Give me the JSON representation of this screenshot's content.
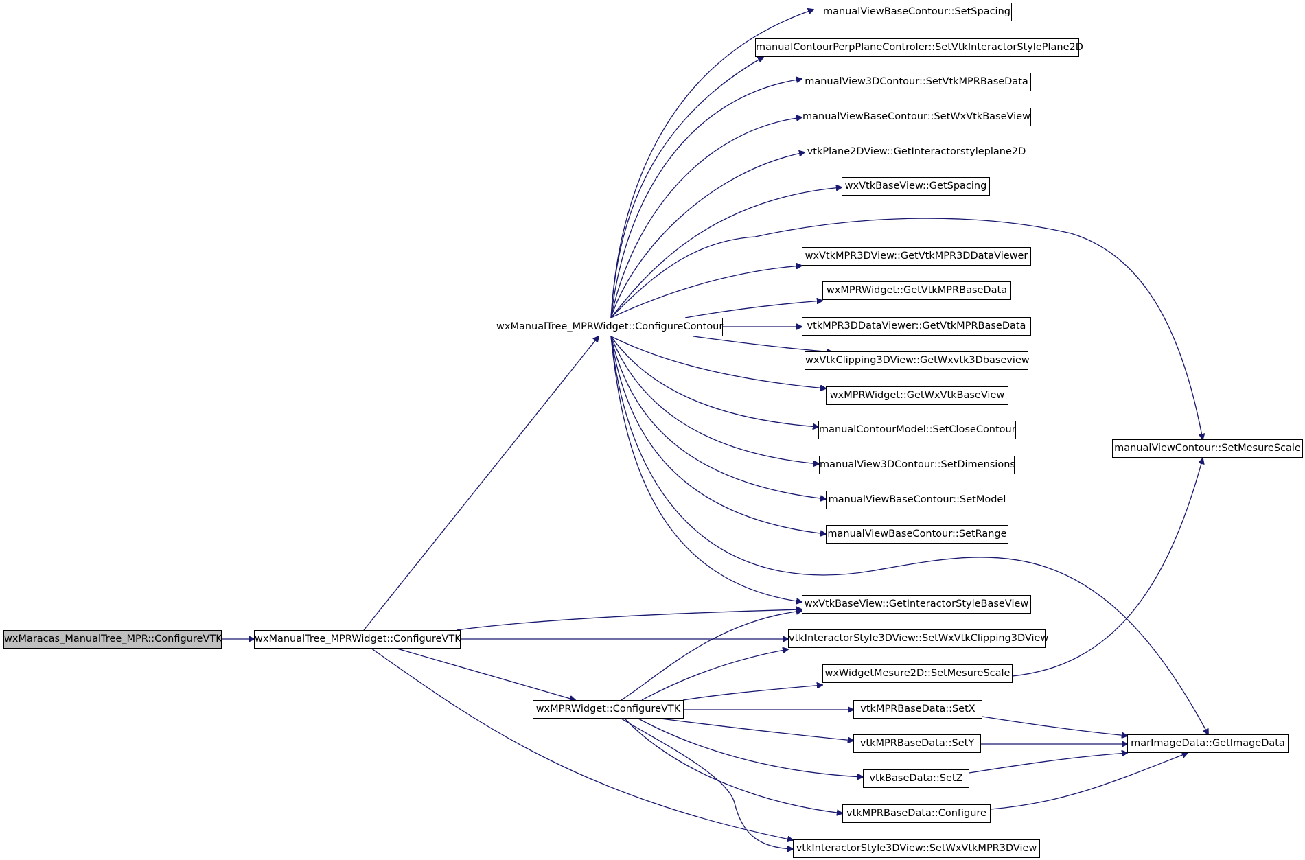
{
  "colors": {
    "edge": "#191970",
    "root_fill": "#bfbfbf",
    "node_fill": "#ffffff",
    "node_border": "#000000"
  },
  "nodes": {
    "root": "wxMaracas_ManualTree_MPR::ConfigureVTK",
    "tree_configure_vtk": "wxManualTree_MPRWidget::ConfigureVTK",
    "configure_contour": "wxManualTree_MPRWidget::ConfigureContour",
    "mpr_configure_vtk": "wxMPRWidget::ConfigureVTK",
    "set_spacing": "manualViewBaseContour::SetSpacing",
    "set_style_plane2d": "manualContourPerpPlaneControler::SetVtkInteractorStylePlane2D",
    "set_vtk_mpr_base_data": "manualView3DContour::SetVtkMPRBaseData",
    "set_wx_vtk_base_view": "manualViewBaseContour::SetWxVtkBaseView",
    "get_interactorstyleplane2d": "vtkPlane2DView::GetInteractorstyleplane2D",
    "get_spacing": "wxVtkBaseView::GetSpacing",
    "get_mpr3d_data_viewer": "wxVtkMPR3DView::GetVtkMPR3DDataViewer",
    "widget_get_mpr_base_data": "wxMPRWidget::GetVtkMPRBaseData",
    "viewer_get_mpr_base_data": "vtkMPR3DDataViewer::GetVtkMPRBaseData",
    "get_wxvtk3dbaseview": "wxVtkClipping3DView::GetWxvtk3Dbaseview",
    "get_wx_vtk_base_view": "wxMPRWidget::GetWxVtkBaseView",
    "set_close_contour": "manualContourModel::SetCloseContour",
    "set_dimensions": "manualView3DContour::SetDimensions",
    "set_model": "manualViewBaseContour::SetModel",
    "set_range": "manualViewBaseContour::SetRange",
    "get_interactor_style_base_view": "wxVtkBaseView::GetInteractorStyleBaseView",
    "set_wx_vtk_clipping3d_view": "vtkInteractorStyle3DView::SetWxVtkClipping3DView",
    "mesure2d_set_mesure_scale": "wxWidgetMesure2D::SetMesureScale",
    "set_x": "vtkMPRBaseData::SetX",
    "set_y": "vtkMPRBaseData::SetY",
    "set_z": "vtkBaseData::SetZ",
    "mpr_base_configure": "vtkMPRBaseData::Configure",
    "set_wx_vtk_mpr3d_view": "vtkInteractorStyle3DView::SetWxVtkMPR3DView",
    "contour_set_mesure_scale": "manualViewContour::SetMesureScale",
    "get_image_data": "marImageData::GetImageData"
  }
}
